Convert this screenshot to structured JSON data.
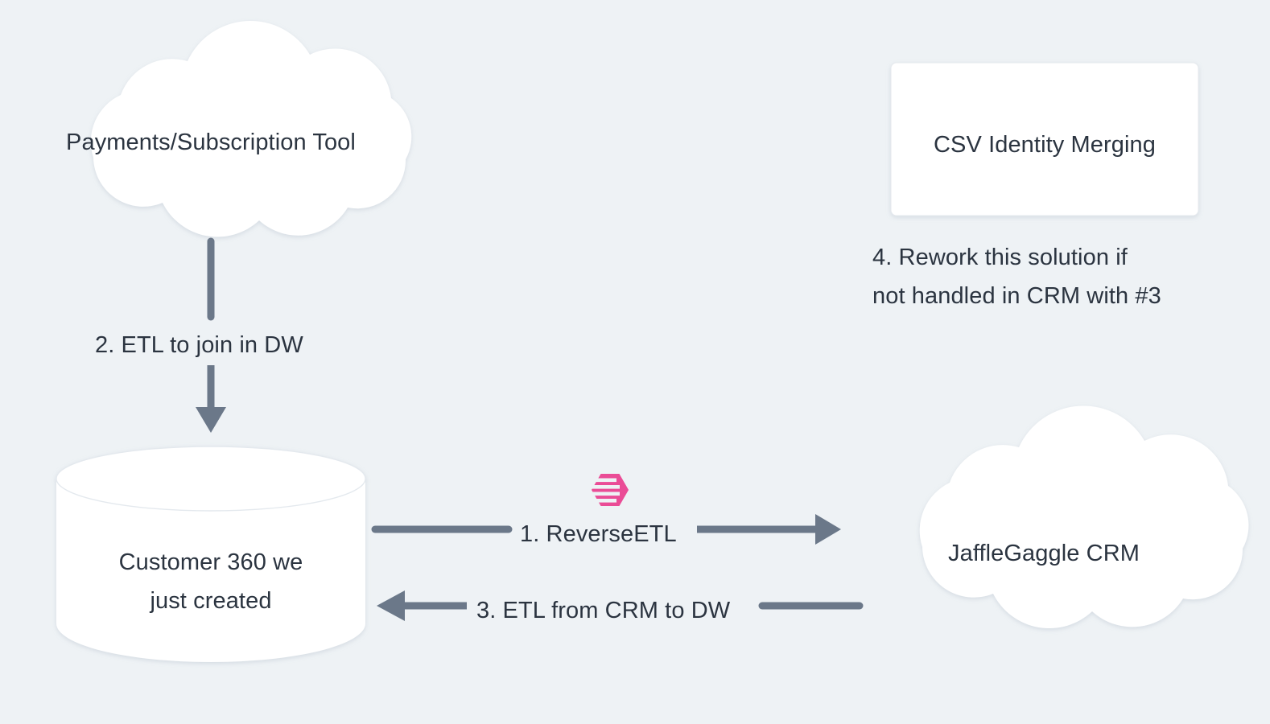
{
  "diagram": {
    "type": "flow-architecture",
    "background_color": "#eef2f5",
    "text_color": "#2b3440",
    "shape_fill": "#ffffff",
    "edge_color": "#6b7889",
    "accent_color": "#ea4c96",
    "nodes": [
      {
        "id": "payments",
        "shape": "cloud",
        "label": "Payments/Subscription Tool"
      },
      {
        "id": "csv-identity-merging",
        "shape": "rectangle",
        "label": "CSV Identity Merging"
      },
      {
        "id": "customer360",
        "shape": "cylinder",
        "label": "Customer 360 we\njust created"
      },
      {
        "id": "jafflegaggle-crm",
        "shape": "cloud",
        "label": "JaffleGaggle CRM"
      }
    ],
    "edges": [
      {
        "id": "edge-reverse-etl",
        "label": "1. ReverseETL",
        "from": "customer360",
        "to": "jafflegaggle-crm",
        "direction": "right"
      },
      {
        "id": "edge-etl-join",
        "label": "2. ETL to join in DW",
        "from": "payments",
        "to": "customer360",
        "direction": "down"
      },
      {
        "id": "edge-etl-from-crm",
        "label": "3. ETL from CRM to DW",
        "from": "jafflegaggle-crm",
        "to": "customer360",
        "direction": "left"
      }
    ],
    "annotations": [
      {
        "id": "annotation-rework",
        "text": "4. Rework this solution if\nnot handled in CRM with #3"
      }
    ],
    "logos": [
      {
        "id": "hightouch-logo",
        "name": "hightouch-hexagon-icon",
        "color": "#ea4c96"
      }
    ]
  }
}
